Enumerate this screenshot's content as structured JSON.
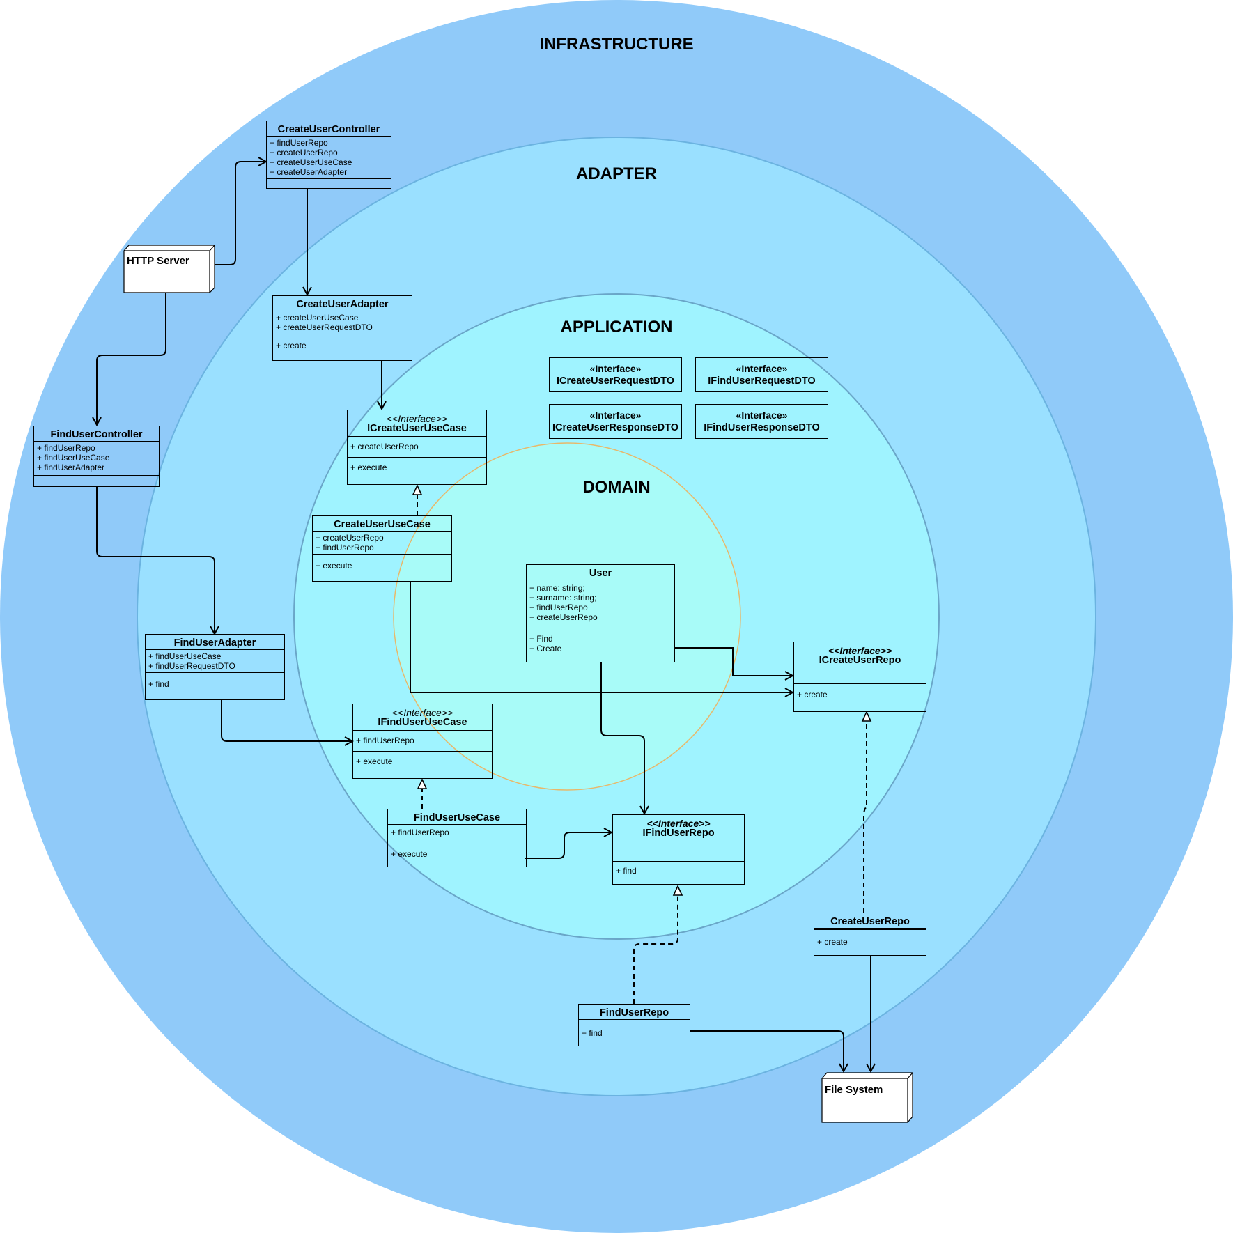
{
  "layers": {
    "infrastructure": "INFRASTRUCTURE",
    "adapter": "ADAPTER",
    "application": "APPLICATION",
    "domain": "DOMAIN"
  },
  "colors": {
    "infrastructure": "#90caf9",
    "adapter": "#9ae0ff",
    "application": "#9ff3ff",
    "domain": "#a8fbf8",
    "domain_border": "#e8b86a"
  },
  "nodes": {
    "http_server": "HTTP Server",
    "file_system": "File System"
  },
  "stereotypes": {
    "interface_angle": "<<Interface>>",
    "interface_guillemet": "«Interface»"
  },
  "classes": {
    "create_user_controller": {
      "name": "CreateUserController",
      "attributes": [
        "+ findUserRepo",
        "+ createUserRepo",
        "+ createUserUseCase",
        "+ createUserAdapter"
      ]
    },
    "find_user_controller": {
      "name": "FindUserController",
      "attributes": [
        "+ findUserRepo",
        "+ findUserUseCase",
        "+ findUserAdapter"
      ]
    },
    "create_user_adapter": {
      "name": "CreateUserAdapter",
      "attributes": [
        "+ createUserUseCase",
        "+ createUserRequestDTO"
      ],
      "methods": [
        "+ create"
      ]
    },
    "find_user_adapter": {
      "name": "FindUserAdapter",
      "attributes": [
        "+ findUserUseCase",
        "+ findUserRequestDTO"
      ],
      "methods": [
        "+ find"
      ]
    },
    "icreate_user_use_case": {
      "name": "ICreateUserUseCase",
      "attributes": [
        "+ createUserRepo"
      ],
      "methods": [
        "+ execute"
      ]
    },
    "create_user_use_case": {
      "name": "CreateUserUseCase",
      "attributes": [
        "+ createUserRepo",
        "+ findUserRepo"
      ],
      "methods": [
        "+ execute"
      ]
    },
    "ifind_user_use_case": {
      "name": "IFindUserUseCase",
      "attributes": [
        "+ findUserRepo"
      ],
      "methods": [
        "+ execute"
      ]
    },
    "find_user_use_case": {
      "name": "FindUserUseCase",
      "attributes": [
        "+ findUserRepo"
      ],
      "methods": [
        "+ execute"
      ]
    },
    "user": {
      "name": "User",
      "attributes": [
        "+ name: string;",
        "+ surname: string;",
        "+ findUserRepo",
        "+ createUserRepo"
      ],
      "methods": [
        "+ Find",
        "+ Create"
      ]
    },
    "icreate_user_repo": {
      "name": "ICreateUserRepo",
      "methods": [
        "+ create"
      ]
    },
    "ifind_user_repo": {
      "name": "IFindUserRepo",
      "methods": [
        "+ find"
      ]
    },
    "create_user_repo": {
      "name": "CreateUserRepo",
      "methods": [
        "+ create"
      ]
    },
    "find_user_repo": {
      "name": "FindUserRepo",
      "methods": [
        "+ find"
      ]
    }
  },
  "dtos": {
    "icreate_request": "ICreateUserRequestDTO",
    "ifind_request": "IFindUserRequestDTO",
    "icreate_response": "ICreateUserResponseDTO",
    "ifind_response": "IFindUserResponseDTO"
  }
}
